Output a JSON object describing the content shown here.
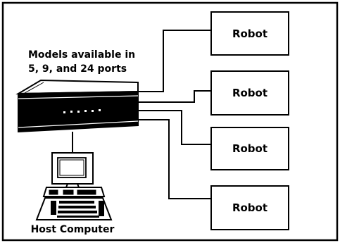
{
  "diagram": {
    "models_line1": "Models available in",
    "models_line2": "5, 9, and 24 ports",
    "robots": [
      {
        "label": "Robot"
      },
      {
        "label": "Robot"
      },
      {
        "label": "Robot"
      },
      {
        "label": "Robot"
      }
    ],
    "host_label": "Host Computer",
    "hub_port_leds": 6
  },
  "colors": {
    "stroke": "#000000",
    "background": "#ffffff"
  }
}
